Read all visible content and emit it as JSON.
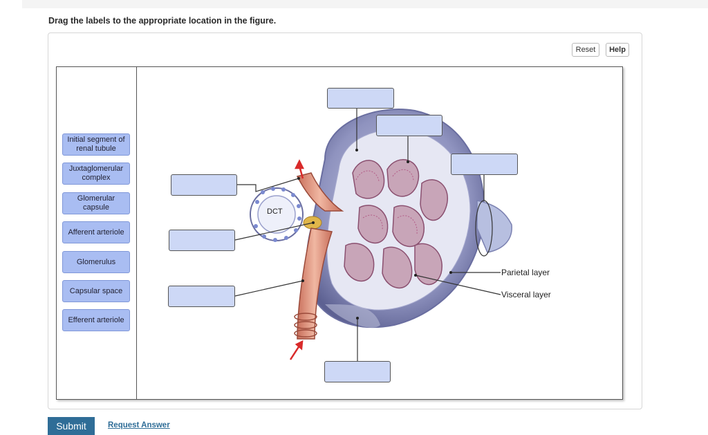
{
  "instruction": "Drag the labels to the appropriate location in the figure.",
  "toolbar": {
    "reset_label": "Reset",
    "help_label": "Help"
  },
  "label_bank": [
    "Initial segment of renal tubule",
    "Juxtaglomerular complex",
    "Glomerular capsule",
    "Afferent arteriole",
    "Glomerulus",
    "Capsular space",
    "Efferent arteriole"
  ],
  "figure": {
    "dct_label": "DCT",
    "parietal_label": "Parietal layer",
    "visceral_label": "Visceral layer"
  },
  "actions": {
    "submit_label": "Submit",
    "request_answer_label": "Request Answer"
  },
  "colors": {
    "accent": "#2f6d97",
    "label_fill": "#a9bdf2",
    "drop_fill": "#cdd8f6",
    "arteriole": "#e8a58e",
    "capsule": "#8a8fb8"
  }
}
